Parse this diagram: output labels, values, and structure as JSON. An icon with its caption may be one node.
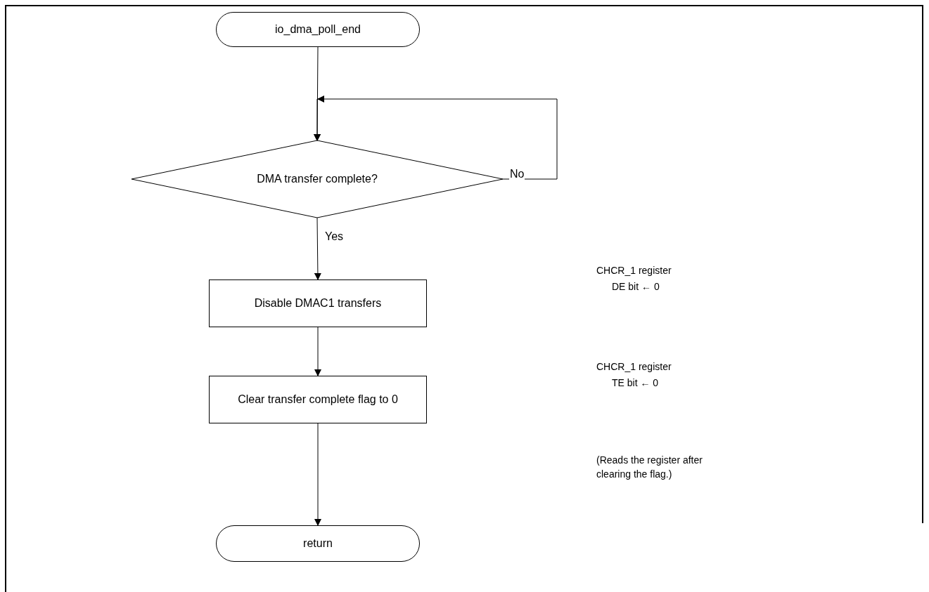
{
  "diagram": {
    "nodes": [
      {
        "text": [
          "io_dma_poll_end"
        ]
      },
      {
        "text": [
          "DMA transfer complete?"
        ]
      },
      {
        "text": [
          "Disable DMAC1 transfers"
        ],
        "beside": [
          "CHCR_1 register",
          "DE bit ← 0"
        ]
      },
      {
        "text": [
          "Clear transfer complete flag to 0"
        ],
        "beside": [
          "CHCR_1 register",
          "TE bit ← 0"
        ]
      },
      {
        "text": [
          "return"
        ]
      }
    ],
    "edges": [
      {
        "from": 0,
        "to": 1,
        "arrow": "to"
      },
      {
        "from": 1,
        "to": 1,
        "arrow": "to",
        "label": "No"
      },
      {
        "from": 1,
        "to": 2,
        "arrow": "to",
        "label": "Yes"
      },
      {
        "from": 2,
        "to": 3,
        "arrow": "to"
      },
      {
        "from": 3,
        "to": 4,
        "arrow": "to"
      }
    ],
    "labels": [
      "(Reads the register after clearing the flag.)"
    ]
  }
}
